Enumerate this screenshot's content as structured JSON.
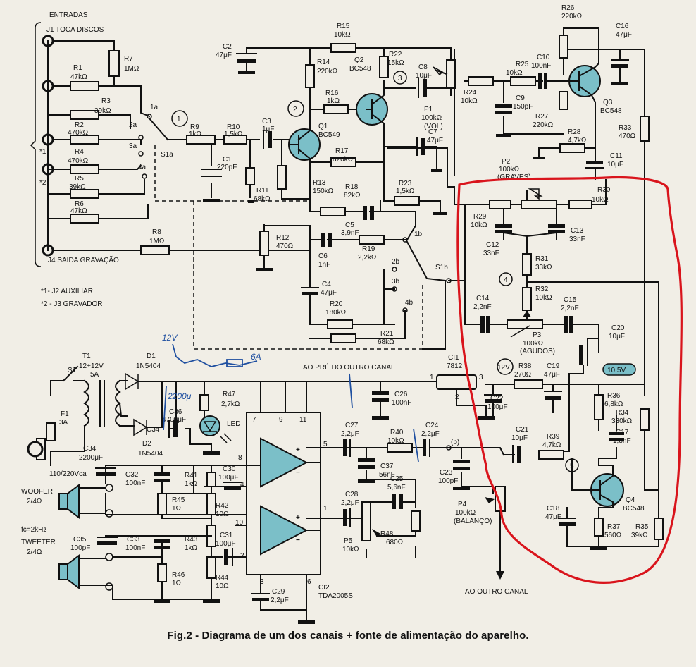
{
  "caption": "Fig.2 - Diagrama de um dos canais + fonte de alimentação do aparelho.",
  "inputs": {
    "title": "ENTRADAS",
    "j1": "J1 TOCA DISCOS",
    "j4": "J4 SAIDA GRAVAÇÃO",
    "note1": "*1- J2 AUXILIAR",
    "note2": "*2 - J3 GRAVADOR",
    "mark1": "*1",
    "mark2": "*2"
  },
  "resistors": {
    "r1": [
      "R1",
      "47kΩ"
    ],
    "r2": [
      "R2",
      "470kΩ"
    ],
    "r3": [
      "R3",
      "39kΩ"
    ],
    "r4": [
      "R4",
      "470kΩ"
    ],
    "r5": [
      "R5",
      "39kΩ"
    ],
    "r6": [
      "R6",
      "47kΩ"
    ],
    "r7": [
      "R7",
      "1MΩ"
    ],
    "r8": [
      "R8",
      "1MΩ"
    ],
    "r9": [
      "R9",
      "1kΩ"
    ],
    "r10": [
      "R10",
      "1,5kΩ"
    ],
    "r11": [
      "R11",
      "68kΩ"
    ],
    "r12": [
      "R12",
      "470Ω"
    ],
    "r13": [
      "R13",
      "150kΩ"
    ],
    "r14": [
      "R14",
      "220kΩ"
    ],
    "r15": [
      "R15",
      "10kΩ"
    ],
    "r16": [
      "R16",
      "1kΩ"
    ],
    "r17": [
      "R17",
      "820kΩ"
    ],
    "r18": [
      "R18",
      "82kΩ"
    ],
    "r19": [
      "R19",
      "2,2kΩ"
    ],
    "r20": [
      "R20",
      "180kΩ"
    ],
    "r21": [
      "R21",
      "68kΩ"
    ],
    "r22": [
      "R22",
      "15kΩ"
    ],
    "r23": [
      "R23",
      "1,5kΩ"
    ],
    "r24": [
      "R24",
      "10kΩ"
    ],
    "r25": [
      "R25",
      "10kΩ"
    ],
    "r26": [
      "R26",
      "220kΩ"
    ],
    "r27": [
      "R27",
      "220kΩ"
    ],
    "r28": [
      "R28",
      "4,7kΩ"
    ],
    "r29": [
      "R29",
      "10kΩ"
    ],
    "r30": [
      "R30",
      "10kΩ"
    ],
    "r31": [
      "R31",
      "33kΩ"
    ],
    "r32": [
      "R32",
      "10kΩ"
    ],
    "r33": [
      "R33",
      "470Ω"
    ],
    "r34": [
      "R34",
      "330kΩ"
    ],
    "r35": [
      "R35",
      "39kΩ"
    ],
    "r36": [
      "R36",
      "6,8kΩ"
    ],
    "r37": [
      "R37",
      "560Ω"
    ],
    "r38": [
      "R38",
      "270Ω"
    ],
    "r39": [
      "R39",
      "4,7kΩ"
    ],
    "r40": [
      "R40",
      "10kΩ"
    ],
    "r41": [
      "R41",
      "1kΩ"
    ],
    "r42": [
      "R42",
      "10Ω"
    ],
    "r43": [
      "R43",
      "1kΩ"
    ],
    "r44": [
      "R44",
      "10Ω"
    ],
    "r45": [
      "R45",
      "1Ω"
    ],
    "r46": [
      "R46",
      "1Ω"
    ],
    "r47": [
      "R47",
      "2,7kΩ"
    ],
    "r48": [
      "R48",
      "680Ω"
    ]
  },
  "capacitors": {
    "c1": [
      "C1",
      "220pF"
    ],
    "c2": [
      "C2",
      "47μF"
    ],
    "c3": [
      "C3",
      "1μF"
    ],
    "c4": [
      "C4",
      "47μF"
    ],
    "c5": [
      "C5",
      "3,9nF"
    ],
    "c6": [
      "C6",
      "1nF"
    ],
    "c7": [
      "C7",
      "47μF"
    ],
    "c8": [
      "C8",
      "10μF"
    ],
    "c9": [
      "C9",
      "150pF"
    ],
    "c10": [
      "C10",
      "100nF"
    ],
    "c11": [
      "C11",
      "10μF"
    ],
    "c12": [
      "C12",
      "33nF"
    ],
    "c13": [
      "C13",
      "33nF"
    ],
    "c14": [
      "C14",
      "2,2nF"
    ],
    "c15": [
      "C15",
      "2,2nF"
    ],
    "c16": [
      "C16",
      "47μF"
    ],
    "c17": [
      "C17",
      "1,8nF"
    ],
    "c18": [
      "C18",
      "47μF"
    ],
    "c19": [
      "C19",
      "47μF"
    ],
    "c20": [
      "C20",
      "10μF"
    ],
    "c21": [
      "C21",
      "10μF"
    ],
    "c22": [
      "C22",
      "100μF"
    ],
    "c23": [
      "C23",
      "100pF"
    ],
    "c24": [
      "C24",
      "2,2μF"
    ],
    "c25": [
      "C25",
      "5,6nF"
    ],
    "c26": [
      "C26",
      "100nF"
    ],
    "c27": [
      "C27",
      "2,2μF"
    ],
    "c28": [
      "C28",
      "2,2μF"
    ],
    "c29": [
      "C29",
      "2,2μF"
    ],
    "c30": [
      "C30",
      "100μF"
    ],
    "c31": [
      "C31",
      "100μF"
    ],
    "c32": [
      "C32",
      "100nF"
    ],
    "c33": [
      "C33",
      "100nF"
    ],
    "c34": [
      "C34",
      "2200μF"
    ],
    "c35": [
      "C35",
      "100pF"
    ],
    "c36": [
      "C36",
      "4700μF"
    ],
    "c37": [
      "C37",
      "56nF"
    ]
  },
  "transistors": {
    "q1": [
      "Q1",
      "BC549"
    ],
    "q2": [
      "Q2",
      "BC548"
    ],
    "q3": [
      "Q3",
      "BC548"
    ],
    "q4": [
      "Q4",
      "BC548"
    ]
  },
  "pots": {
    "p1": [
      "P1",
      "100kΩ",
      "(VOL)"
    ],
    "p2": [
      "P2",
      "100kΩ",
      "(GRAVES)"
    ],
    "p3": [
      "P3",
      "100kΩ",
      "(AGUDOS)"
    ],
    "p4": [
      "P4",
      "100kΩ",
      "(BALANÇO)"
    ],
    "p5": [
      "P5",
      "10kΩ"
    ]
  },
  "switch": {
    "s1a": "S1a",
    "s1b": "S1b",
    "positions_a": [
      "1a",
      "2a",
      "3a",
      "4a"
    ],
    "positions_b": [
      "1b",
      "2b",
      "3b",
      "4b"
    ]
  },
  "power": {
    "s1": "S1",
    "t1": [
      "T1",
      "12+12V",
      "5A"
    ],
    "f1": [
      "F1",
      "3A"
    ],
    "d1": [
      "D1",
      "1N5404"
    ],
    "d2": [
      "D2",
      "1N5404"
    ],
    "mains": "110/220Vca",
    "led": "LED",
    "ci1": [
      "CI1",
      "7812"
    ],
    "ci2": [
      "CI2",
      "TDA2005S"
    ],
    "v12": "12V",
    "v105": "10,5V"
  },
  "speakers": {
    "woofer": [
      "WOOFER",
      "2/4Ω"
    ],
    "fc": "fc=2kHz",
    "tweeter": [
      "TWEETER",
      "2/4Ω"
    ]
  },
  "nodes": [
    "1",
    "2",
    "3",
    "4",
    "5"
  ],
  "labels": {
    "pre": "AO PRÉ DO OUTRO CANAL",
    "outro": "AO OUTRO CANAL",
    "b": "(b)",
    "ic_pins": [
      "7",
      "9",
      "11",
      "8",
      "5",
      "4",
      "10",
      "1",
      "2",
      "3",
      "6"
    ],
    "ci1_pins": [
      "1",
      "3",
      "2"
    ]
  },
  "annotations": {
    "v12": "12V",
    "c36_new": "2200μ",
    "fuse": "6A"
  }
}
